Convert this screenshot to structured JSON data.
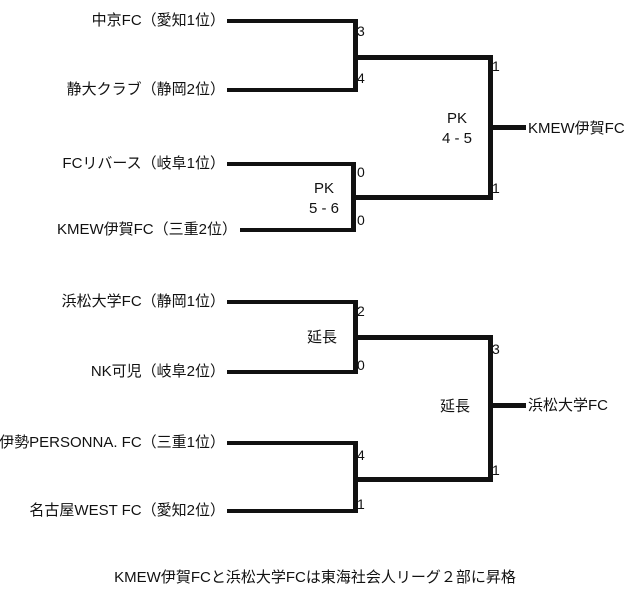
{
  "top_bracket": {
    "teams": [
      {
        "name": "中京FC（愛知1位）",
        "score": "3"
      },
      {
        "name": "静大クラブ（静岡2位）",
        "score": "4"
      },
      {
        "name": "FCリバース（岐阜1位）",
        "score": "0"
      },
      {
        "name": "KMEW伊賀FC（三重2位）",
        "score": "0"
      }
    ],
    "semi2_note_line1": "PK",
    "semi2_note_line2": "5 - 6",
    "final": {
      "score_top": "1",
      "score_bottom": "1",
      "note_line1": "PK",
      "note_line2": "4 - 5",
      "winner": "KMEW伊賀FC"
    }
  },
  "bottom_bracket": {
    "teams": [
      {
        "name": "浜松大学FC（静岡1位）",
        "score": "2"
      },
      {
        "name": "NK可児（岐阜2位）",
        "score": "0"
      },
      {
        "name": "伊勢PERSONNA. FC（三重1位）",
        "score": "4"
      },
      {
        "name": "名古屋WEST FC（愛知2位）",
        "score": "1"
      }
    ],
    "semi1_note": "延長",
    "final": {
      "score_top": "3",
      "score_bottom": "1",
      "note": "延長",
      "winner": "浜松大学FC"
    }
  },
  "footer_note": "KMEW伊賀FCと浜松大学FCは東海社会人リーグ２部に昇格",
  "colors": {
    "line": "#111111",
    "text": "#111111",
    "background": "#ffffff"
  }
}
